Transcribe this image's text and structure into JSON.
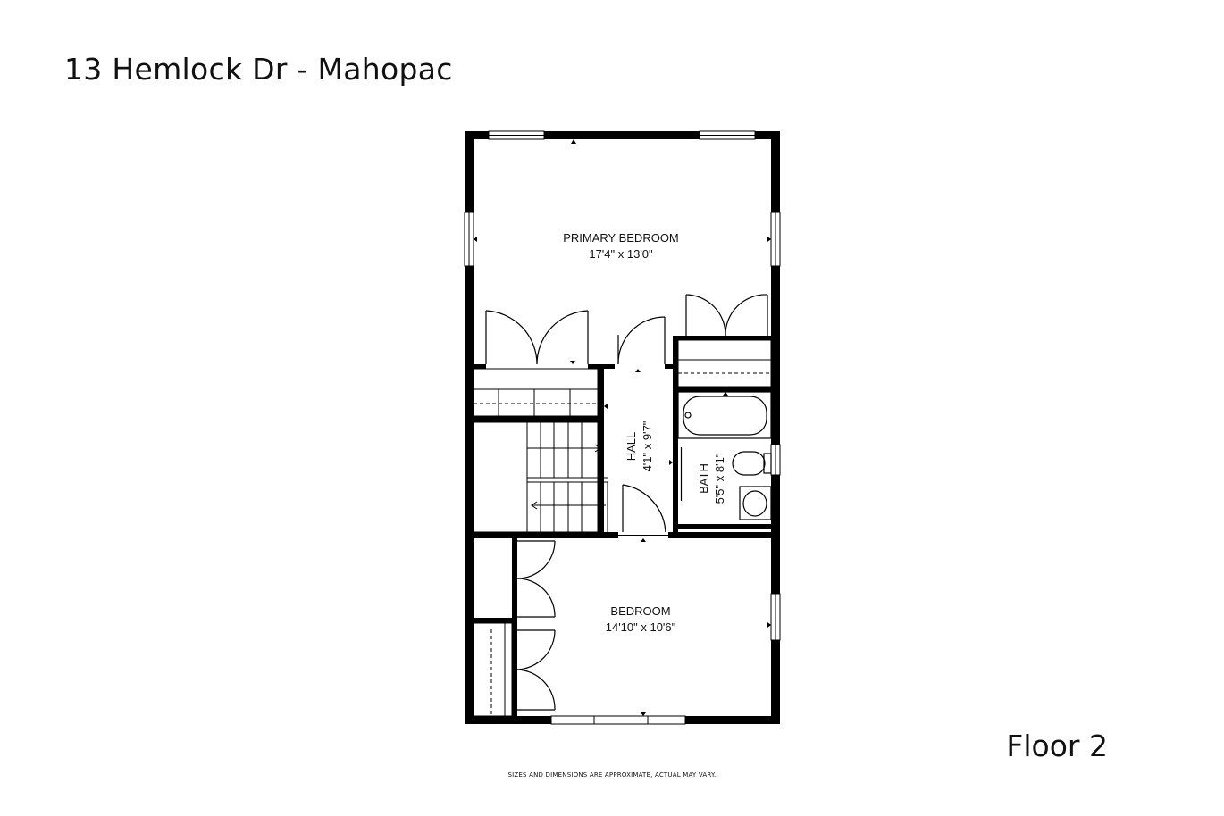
{
  "title": "13 Hemlock Dr - Mahopac",
  "floor_label": "Floor 2",
  "disclaimer": "SIZES AND DIMENSIONS ARE APPROXIMATE, ACTUAL MAY VARY.",
  "rooms": {
    "primary_bedroom": {
      "name": "PRIMARY BEDROOM",
      "size": "17'4\" x 13'0\""
    },
    "hall": {
      "name": "HALL",
      "size": "4'1\" x 9'7\""
    },
    "bath": {
      "name": "BATH",
      "size": "5'5\" x 8'1\""
    },
    "bedroom": {
      "name": "BEDROOM",
      "size": "14'10\" x 10'6\""
    }
  }
}
